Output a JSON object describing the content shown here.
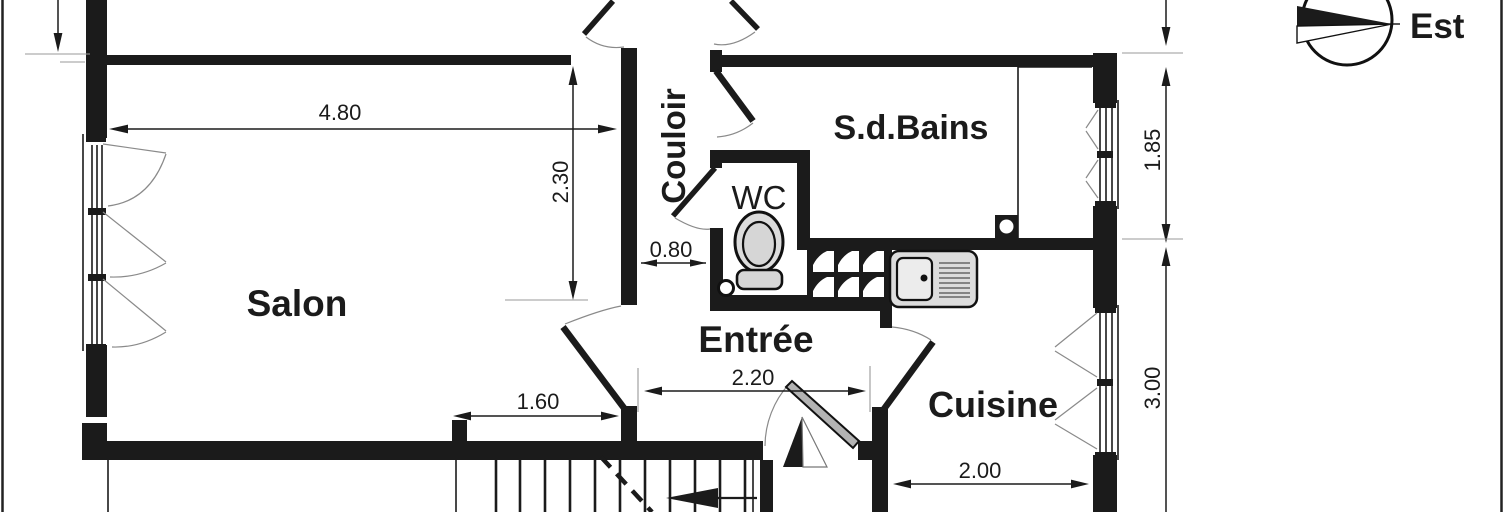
{
  "floorplan": {
    "rooms": {
      "salon": "Salon",
      "couloir": "Couloir",
      "bathroom": "S.d.Bains",
      "wc": "WC",
      "entrance": "Entrée",
      "kitchen": "Cuisine"
    },
    "dimensions": {
      "salon_width": "4.80",
      "salon_depth": "2.30",
      "couloir_width": "0.80",
      "entree_width": "2.20",
      "stair_width": "1.60",
      "kitchen_width": "2.00",
      "bathroom_depth": "1.85",
      "kitchen_depth": "3.00"
    },
    "compass": {
      "east": "Est"
    },
    "colors": {
      "wall": "#1b1b1b",
      "fixture_gray": "#dcdcdc",
      "door_gray": "#b3b3b3",
      "extension_line": "#999999"
    }
  }
}
